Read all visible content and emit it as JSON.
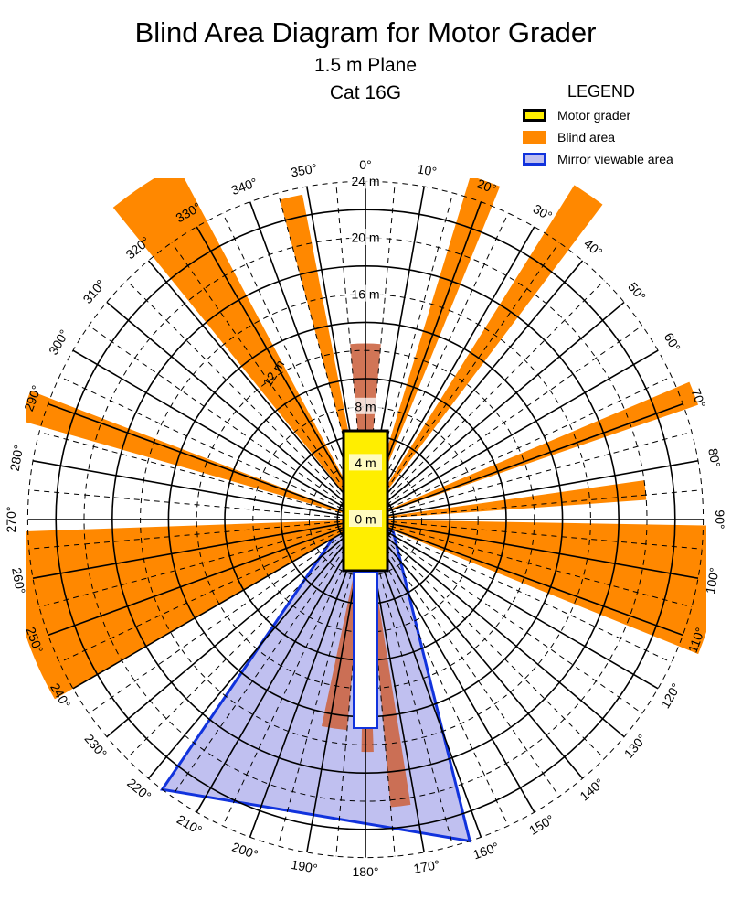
{
  "header": {
    "title": "Blind Area Diagram for Motor Grader",
    "subtitle": "1.5 m Plane",
    "model": "Cat 16G"
  },
  "legend": {
    "title": "LEGEND",
    "items": [
      {
        "label": "Motor grader",
        "fill": "#ffee00",
        "stroke": "#000000"
      },
      {
        "label": "Blind area",
        "fill": "#ff8800",
        "stroke": "#ff8800"
      },
      {
        "label": "Mirror viewable area",
        "fill": "#c0c0f0",
        "stroke": "#1133dd"
      }
    ]
  },
  "chart_data": {
    "type": "polar",
    "angle_unit": "degrees",
    "angle_ticks": [
      0,
      10,
      20,
      30,
      40,
      50,
      60,
      70,
      80,
      90,
      100,
      110,
      120,
      130,
      140,
      150,
      160,
      170,
      180,
      190,
      200,
      210,
      220,
      230,
      240,
      250,
      260,
      270,
      280,
      290,
      300,
      310,
      320,
      330,
      340,
      350
    ],
    "angle_tick_labels": [
      "0°",
      "10°",
      "20°",
      "30°",
      "40°",
      "50°",
      "60°",
      "70°",
      "80°",
      "90°",
      "100°",
      "110°",
      "120°",
      "130°",
      "140°",
      "150°",
      "160°",
      "170°",
      "180°",
      "190°",
      "200°",
      "210°",
      "220°",
      "230°",
      "240°",
      "250°",
      "260°",
      "270°",
      "280°",
      "290°",
      "300°",
      "310°",
      "320°",
      "330°",
      "340°",
      "350°"
    ],
    "radius_unit": "m",
    "radius_ticks": [
      0,
      4,
      8,
      12,
      16,
      20,
      24
    ],
    "radius_tick_labels": [
      "0 m",
      "4 m",
      "8 m",
      "12 m",
      "16 m",
      "20 m",
      "24 m"
    ],
    "grid_rings_solid": [
      2,
      6,
      10,
      14,
      18,
      22
    ],
    "grid_rings_dashed": [
      4,
      8,
      12,
      16,
      20,
      24
    ],
    "blind_sectors": [
      {
        "from": 355,
        "to": 5,
        "r": 12.5
      },
      {
        "from": 17,
        "to": 22,
        "r": 25.5
      },
      {
        "from": 32,
        "to": 37,
        "r": 28
      },
      {
        "from": 67,
        "to": 71,
        "r": 25
      },
      {
        "from": 82,
        "to": 86,
        "r": 20
      },
      {
        "from": 91,
        "to": 112,
        "r": 25.5
      },
      {
        "from": 171,
        "to": 175,
        "r": 20.5
      },
      {
        "from": 178,
        "to": 181,
        "r": 16.5
      },
      {
        "from": 185,
        "to": 192,
        "r": 15
      },
      {
        "from": 240,
        "to": 268,
        "r": 25.5
      },
      {
        "from": 286,
        "to": 291,
        "r": 25.5
      },
      {
        "from": 321,
        "to": 332,
        "r": 28.5
      },
      {
        "from": 345,
        "to": 349,
        "r": 23.5
      }
    ],
    "mirror_area": {
      "from": 162,
      "to": 217,
      "r": 24
    },
    "machine_footprint": {
      "width_m": 3,
      "length_m": 10
    }
  }
}
